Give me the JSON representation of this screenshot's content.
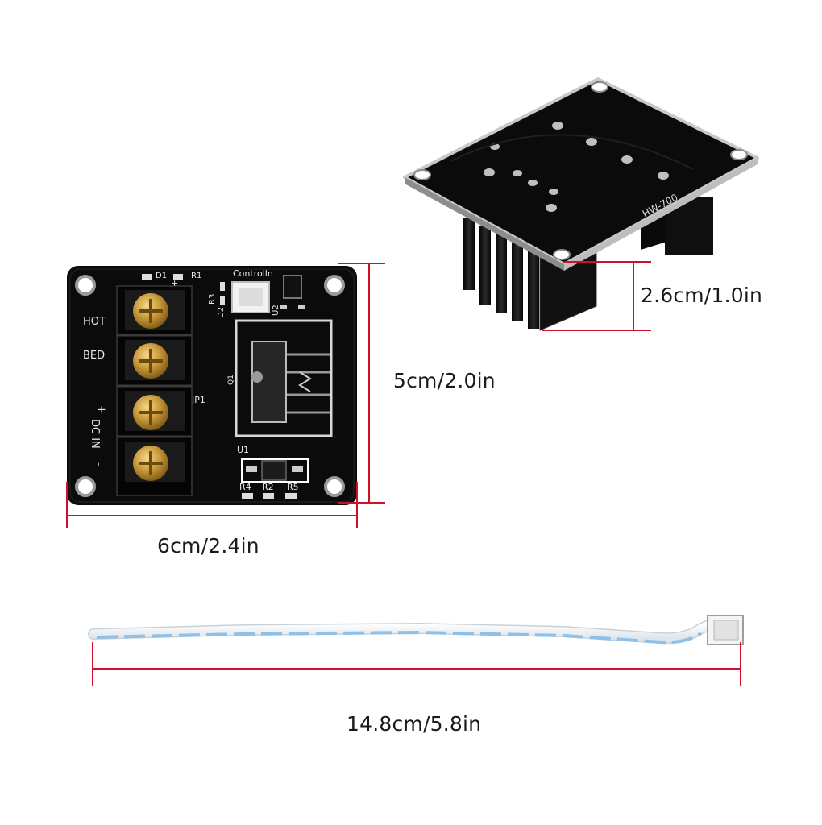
{
  "dimensions": {
    "board_height": "5cm/2.0in",
    "board_width": "6cm/2.4in",
    "heatsink_height": "2.6cm/1.0in",
    "cable_length": "14.8cm/5.8in"
  },
  "board_silkscreen": {
    "d1": "D1",
    "r1": "R1",
    "plus_mark": "+",
    "control_in": "Controlln",
    "r3": "R3",
    "d2": "D2",
    "u2": "U2",
    "hot": "HOT",
    "bed": "BED",
    "dc_in_plus": "+",
    "dc_in": "DC IN",
    "dc_in_minus": "-",
    "jp1": "JP1",
    "q1": "Q1",
    "u1": "U1",
    "r4": "R4",
    "r2": "R2",
    "r5": "R5"
  },
  "back_silkscreen": {
    "model": "HW-700"
  },
  "colors": {
    "pcb": "#0b0b0b",
    "dimension_line": "#d0102a",
    "screw_gold": "#c99a3a",
    "cable_white": "#f4f6f8",
    "cable_stripe": "#8ec1ea"
  }
}
